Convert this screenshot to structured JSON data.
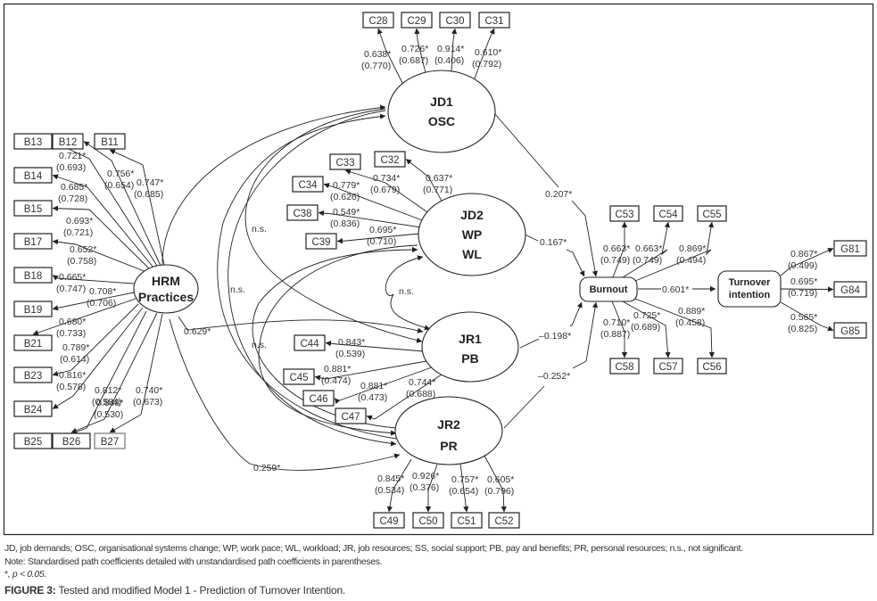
{
  "figure": {
    "label": "FIGURE 3:",
    "title": "Tested and modified Model 1 - Prediction of Turnover Intention.",
    "abbreviations": "JD, job demands; OSC, organisational systems change; WP, work pace; WL, workload; JR, job resources; SS, social support; PB, pay and benefits; PR, personal resources; n.s., not significant.",
    "note": "Note: Standardised path coefficients detailed with unstandardised path coefficients in parentheses.",
    "significance_marker": "*",
    "significance_text": ", p < 0.05."
  },
  "latents": {
    "hrm": [
      "HRM",
      "Practices"
    ],
    "jd1": [
      "JD1",
      "OSC"
    ],
    "jd2": [
      "JD2",
      "WP",
      "WL"
    ],
    "jr1": [
      "JR1",
      "PB"
    ],
    "jr2": [
      "JR2",
      "PR"
    ],
    "burnout": [
      "Burnout"
    ],
    "turnover": [
      "Turnover",
      "intention"
    ]
  },
  "indicators": {
    "hrm": [
      {
        "id": "B13",
        "std": "0.721*",
        "unstd": "(0.693)"
      },
      {
        "id": "B12",
        "std": "0.756*",
        "unstd": "(0.654)"
      },
      {
        "id": "B11",
        "std": "0.747*",
        "unstd": "(0.685)"
      },
      {
        "id": "B14",
        "std": "0.685*",
        "unstd": "(0.728)"
      },
      {
        "id": "B15",
        "std": "0.693*",
        "unstd": "(0.721)"
      },
      {
        "id": "B17",
        "std": "0.652*",
        "unstd": "(0.758)"
      },
      {
        "id": "B18",
        "std": "0.665*",
        "unstd": "(0.747)"
      },
      {
        "id": "B19",
        "std": "0.708*",
        "unstd": "(0.706)"
      },
      {
        "id": "B21",
        "std": "0.680*",
        "unstd": "(0.733)"
      },
      {
        "id": "B23",
        "std": "0.789*",
        "unstd": "(0.614)"
      },
      {
        "id": "B24",
        "std": "0.816*",
        "unstd": "(0.578)"
      },
      {
        "id": "B25",
        "std": "0.812*",
        "unstd": "(0.584)"
      },
      {
        "id": "B26",
        "std": "0.848*",
        "unstd": "(0.530)"
      },
      {
        "id": "B27",
        "std": "0.740*",
        "unstd": "(0.673)"
      }
    ],
    "jd1": [
      {
        "id": "C28",
        "std": "0.638*",
        "unstd": "(0.770)"
      },
      {
        "id": "C29",
        "std": "0.726*",
        "unstd": "(0.687)"
      },
      {
        "id": "C30",
        "std": "0.914*",
        "unstd": "(0.406)"
      },
      {
        "id": "C31",
        "std": "0.610*",
        "unstd": "(0.792)"
      }
    ],
    "jd2": [
      {
        "id": "C33",
        "std": "0.734*",
        "unstd": "(0.679)"
      },
      {
        "id": "C32",
        "std": "0.637*",
        "unstd": "(0.771)"
      },
      {
        "id": "C34",
        "std": "0.779*",
        "unstd": "(0.626)"
      },
      {
        "id": "C38",
        "std": "0.549*",
        "unstd": "(0.836)"
      },
      {
        "id": "C39",
        "std": "0.695*",
        "unstd": "(0.710)"
      }
    ],
    "jr1": [
      {
        "id": "C44",
        "std": "0.843*",
        "unstd": "(0.539)"
      },
      {
        "id": "C45",
        "std": "0.881*",
        "unstd": "(0.474)"
      },
      {
        "id": "C46",
        "std": "0.881*",
        "unstd": "(0.473)"
      },
      {
        "id": "C47",
        "std": "0.744*",
        "unstd": "(0.688)"
      }
    ],
    "jr2": [
      {
        "id": "C49",
        "std": "0.845*",
        "unstd": "(0.534)"
      },
      {
        "id": "C50",
        "std": "0.926*",
        "unstd": "(0.376)"
      },
      {
        "id": "C51",
        "std": "0.757*",
        "unstd": "(0.654)"
      },
      {
        "id": "C52",
        "std": "0.605*",
        "unstd": "(0.796)"
      }
    ],
    "burnout": [
      {
        "id": "C53",
        "std": "0.663*",
        "unstd": "(0.749)"
      },
      {
        "id": "C54",
        "std": "0.663*",
        "unstd": "(0.749)"
      },
      {
        "id": "C55",
        "std": "0.869*",
        "unstd": "(0.494)"
      },
      {
        "id": "C58",
        "std": "0.710*",
        "unstd": "(0.887)"
      },
      {
        "id": "C57",
        "std": "0.725*",
        "unstd": "(0.689)"
      },
      {
        "id": "C56",
        "std": "0.889*",
        "unstd": "(0.458)"
      }
    ],
    "turnover": [
      {
        "id": "G81",
        "std": "0.867*",
        "unstd": "(0.499)"
      },
      {
        "id": "G84",
        "std": "0.695*",
        "unstd": "(0.719)"
      },
      {
        "id": "G85",
        "std": "0.565*",
        "unstd": "(0.825)"
      }
    ]
  },
  "paths": {
    "jd1_burnout": "0.207*",
    "jd2_burnout": "0.167*",
    "jr1_burnout": "–0.198*",
    "jr2_burnout": "–0.252*",
    "burnout_turnover": "0.601*",
    "hrm_jr1": "0.629*",
    "hrm_jr2": "0.259*",
    "hrm_jd1": "n.s.",
    "hrm_jd2": "n.s.",
    "jr2_jd1": "n.s.",
    "jd2_jr1": "n.s."
  }
}
